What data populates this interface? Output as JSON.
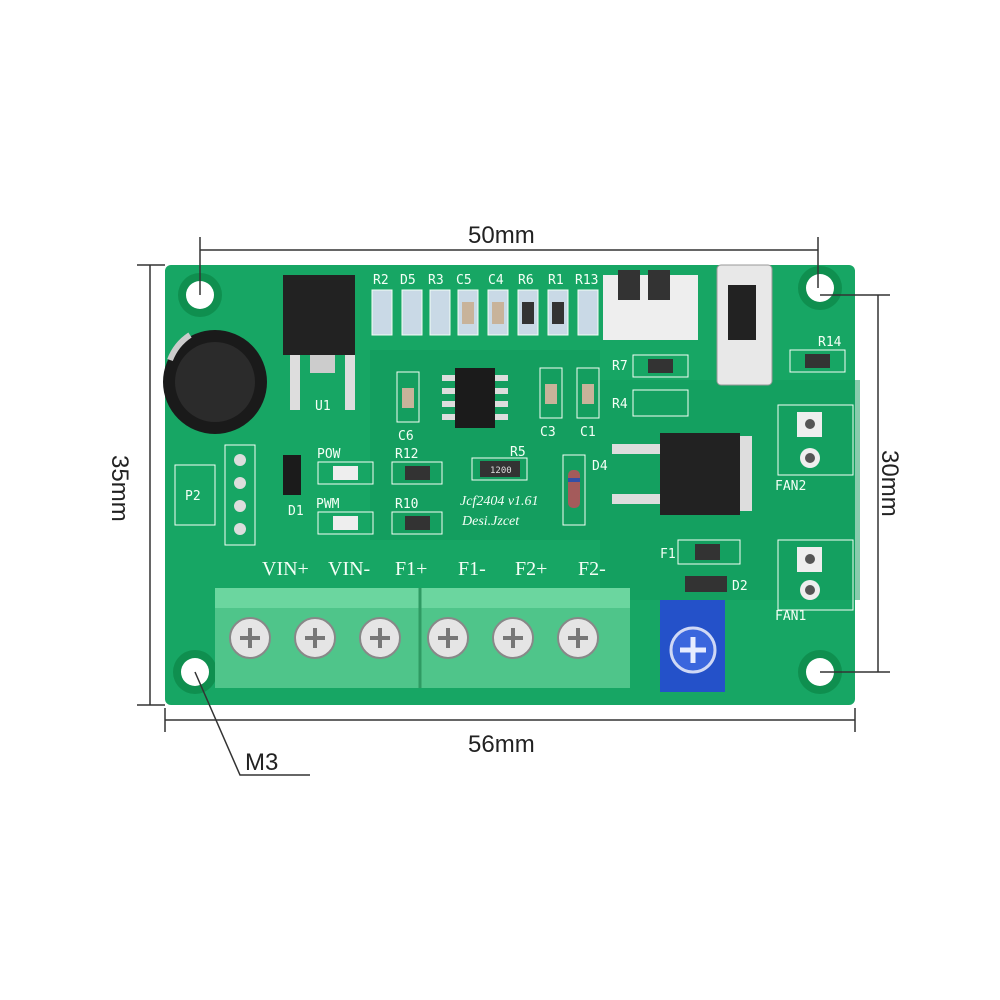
{
  "dimensions": {
    "top_width": "50mm",
    "bottom_width": "56mm",
    "left_height": "35mm",
    "right_height": "30mm",
    "hole_label": "M3"
  },
  "terminals": [
    "VIN+",
    "VIN-",
    "F1+",
    "F1-",
    "F2+",
    "F2-"
  ],
  "silkscreen": {
    "top_row": [
      "R2",
      "D5",
      "R3",
      "C5",
      "C4",
      "R6",
      "R1",
      "R13"
    ],
    "c6": "C6",
    "c3": "C3",
    "c1": "C1",
    "r12": "R12",
    "r5": "R5",
    "r10": "R10",
    "pow": "POW",
    "pwm": "PWM",
    "u1": "U1",
    "d1": "D1",
    "p2": "P2",
    "r7": "R7",
    "r4": "R4",
    "r14": "R14",
    "f1": "F1",
    "d2": "D2",
    "d4": "D4",
    "fan2": "FAN2",
    "fan1": "FAN1",
    "model": "Jcf2404 v1.61",
    "designer": "Desi.Jzcet",
    "r5_code": "1200"
  },
  "colors": {
    "pcb": "#17a664",
    "terminal": "#4fc58a",
    "pot": "#2451c9"
  }
}
